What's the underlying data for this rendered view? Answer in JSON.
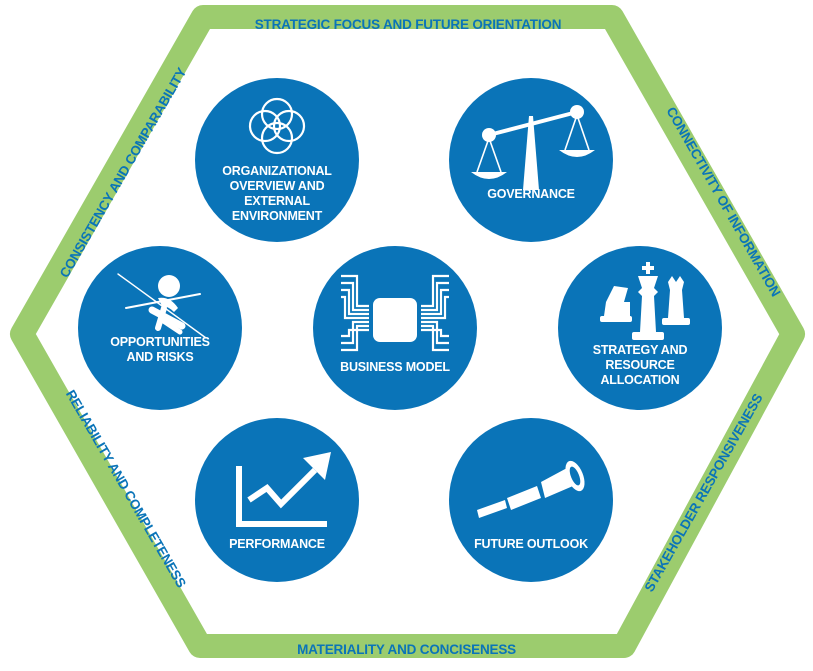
{
  "colors": {
    "hexagon_border": "#9ccc6e",
    "circle_fill": "#0a74b8",
    "edge_text": "#0a74b8",
    "icon": "#ffffff"
  },
  "edges": {
    "top": "STRATEGIC FOCUS AND FUTURE ORIENTATION",
    "upper_left": "CONSISTENCY AND COMPARABILITY",
    "upper_right": "CONNECTIVITY OF INFORMATION",
    "lower_left": "RELIABILITY AND COMPLETENESS",
    "lower_right": "STAKEHOLDER RESPONSIVENESS",
    "bottom": "MATERIALITY AND CONCISENESS"
  },
  "elements": [
    {
      "id": "organizational-overview",
      "icon": "overlapping-circles-icon",
      "label": "ORGANIZATIONAL\nOVERVIEW AND\nEXTERNAL\nENVIRONMENT"
    },
    {
      "id": "governance",
      "icon": "balance-scale-icon",
      "label": "GOVERNANCE"
    },
    {
      "id": "opportunities-risks",
      "icon": "tightrope-walker-icon",
      "label": "OPPORTUNITIES\nAND RISKS"
    },
    {
      "id": "business-model",
      "icon": "circuit-chip-icon",
      "label": "BUSINESS MODEL"
    },
    {
      "id": "strategy",
      "icon": "chess-pieces-icon",
      "label": "STRATEGY AND\nRESOURCE\nALLOCATION"
    },
    {
      "id": "performance",
      "icon": "trend-arrow-icon",
      "label": "PERFORMANCE"
    },
    {
      "id": "future-outlook",
      "icon": "telescope-icon",
      "label": "FUTURE OUTLOOK"
    }
  ]
}
